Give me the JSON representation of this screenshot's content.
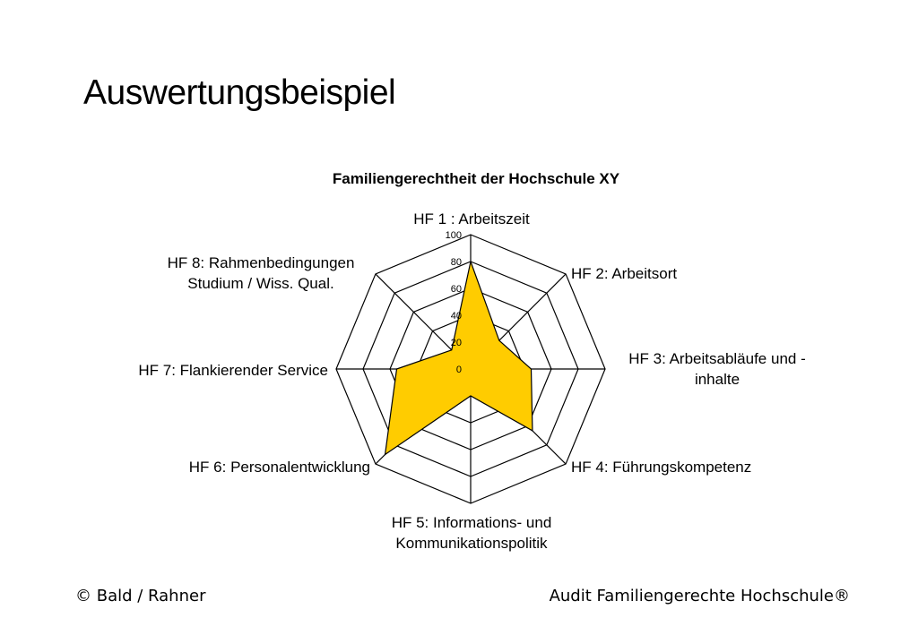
{
  "slide": {
    "title": "Auswertungsbeispiel",
    "footer_left": "© Bald / Rahner",
    "footer_right": "Audit Familiengerechte Hochschule®"
  },
  "chart_data": {
    "type": "radar",
    "title": "Familiengerechtheit der Hochschule XY",
    "categories": [
      [
        "HF 1 : Arbeitszeit"
      ],
      [
        "HF 2: Arbeitsort"
      ],
      [
        "HF 3: Arbeitsabläufe und -",
        "inhalte"
      ],
      [
        "HF 4: Führungskompetenz"
      ],
      [
        "HF 5: Informations- und",
        "Kommunikationspolitik"
      ],
      [
        "HF 6: Personalentwicklung"
      ],
      [
        "HF 7: Flankierender Service"
      ],
      [
        "HF 8: Rahmenbedingungen",
        "Studium / Wiss. Qual."
      ]
    ],
    "values": [
      80,
      30,
      45,
      65,
      20,
      90,
      55,
      20
    ],
    "rlim": [
      0,
      100
    ],
    "ticks": [
      0,
      20,
      40,
      60,
      80,
      100
    ],
    "fill_color": "#FFCC00",
    "line_color": "#000000"
  }
}
